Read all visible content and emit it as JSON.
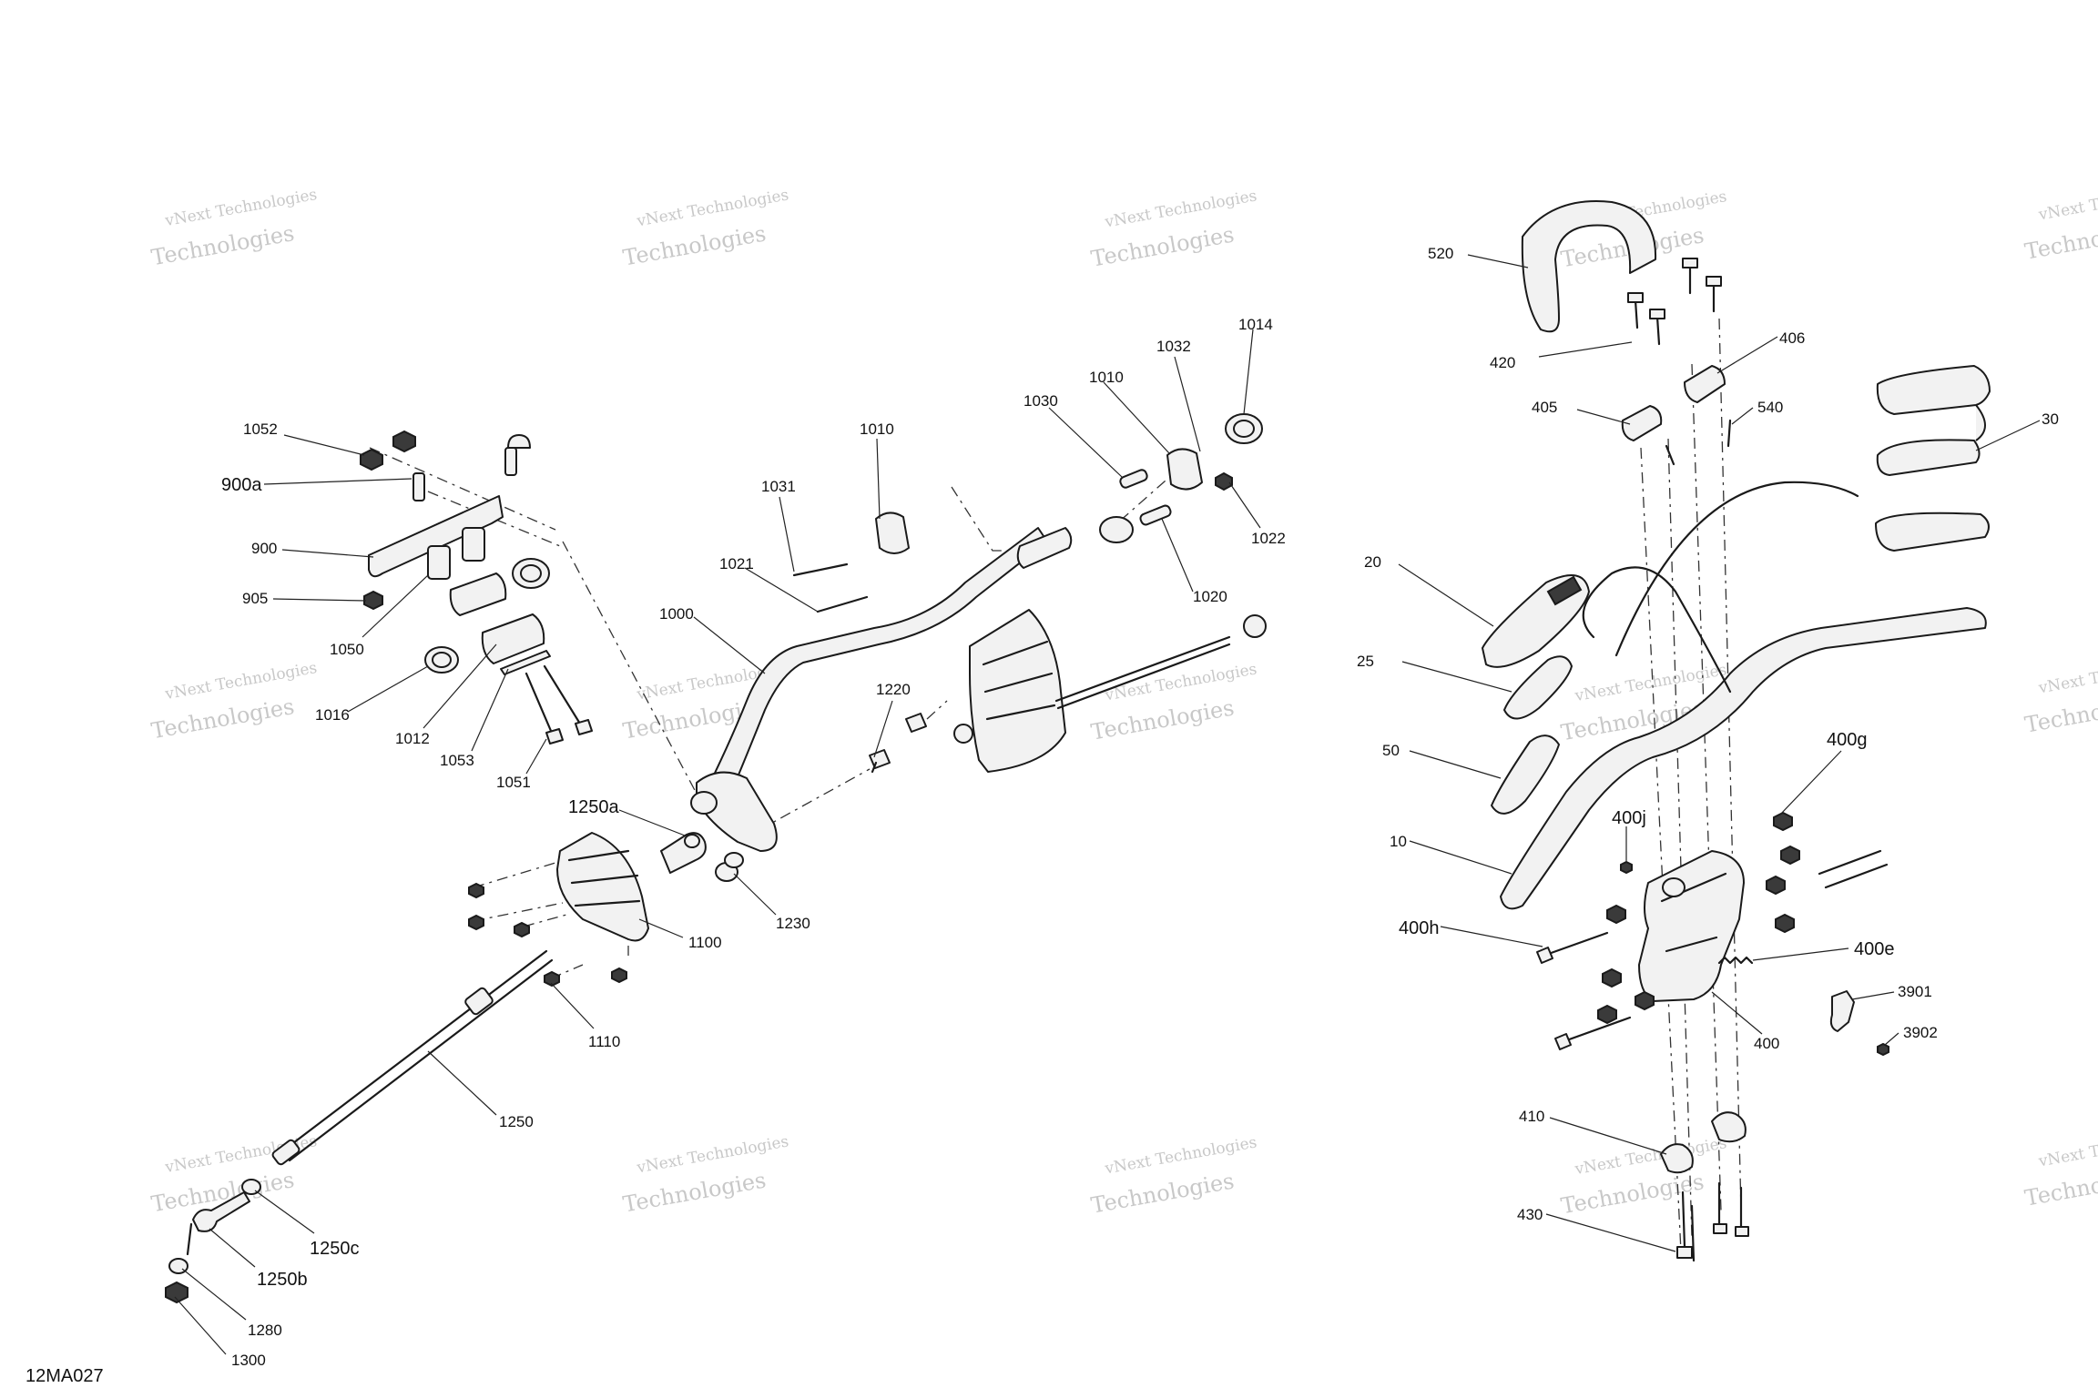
{
  "document": {
    "code": "12MA027"
  },
  "watermark": {
    "line1": "vNext Technologies",
    "line2": "Technologies",
    "small": "vNext"
  },
  "callouts": [
    {
      "id": "1052",
      "label": "1052"
    },
    {
      "id": "900a",
      "label": "900a"
    },
    {
      "id": "900",
      "label": "900"
    },
    {
      "id": "905",
      "label": "905"
    },
    {
      "id": "1050",
      "label": "1050"
    },
    {
      "id": "1016",
      "label": "1016"
    },
    {
      "id": "1012",
      "label": "1012"
    },
    {
      "id": "1053",
      "label": "1053"
    },
    {
      "id": "1051",
      "label": "1051"
    },
    {
      "id": "1031",
      "label": "1031"
    },
    {
      "id": "1010a",
      "label": "1010"
    },
    {
      "id": "1021",
      "label": "1021"
    },
    {
      "id": "1000",
      "label": "1000"
    },
    {
      "id": "1030",
      "label": "1030"
    },
    {
      "id": "1010b",
      "label": "1010"
    },
    {
      "id": "1032",
      "label": "1032"
    },
    {
      "id": "1014",
      "label": "1014"
    },
    {
      "id": "1022",
      "label": "1022"
    },
    {
      "id": "1020",
      "label": "1020"
    },
    {
      "id": "1220",
      "label": "1220"
    },
    {
      "id": "1250a",
      "label": "1250a"
    },
    {
      "id": "1230",
      "label": "1230"
    },
    {
      "id": "1100",
      "label": "1100"
    },
    {
      "id": "1110",
      "label": "1110"
    },
    {
      "id": "1250",
      "label": "1250"
    },
    {
      "id": "1250c",
      "label": "1250c"
    },
    {
      "id": "1250b",
      "label": "1250b"
    },
    {
      "id": "1280",
      "label": "1280"
    },
    {
      "id": "1300",
      "label": "1300"
    },
    {
      "id": "520",
      "label": "520"
    },
    {
      "id": "420",
      "label": "420"
    },
    {
      "id": "406",
      "label": "406"
    },
    {
      "id": "405",
      "label": "405"
    },
    {
      "id": "540",
      "label": "540"
    },
    {
      "id": "30",
      "label": "30"
    },
    {
      "id": "20",
      "label": "20"
    },
    {
      "id": "25",
      "label": "25"
    },
    {
      "id": "50",
      "label": "50"
    },
    {
      "id": "10",
      "label": "10"
    },
    {
      "id": "400g",
      "label": "400g"
    },
    {
      "id": "400j",
      "label": "400j"
    },
    {
      "id": "400h",
      "label": "400h"
    },
    {
      "id": "400e",
      "label": "400e"
    },
    {
      "id": "3901",
      "label": "3901"
    },
    {
      "id": "3902",
      "label": "3902"
    },
    {
      "id": "400",
      "label": "400"
    },
    {
      "id": "410",
      "label": "410"
    },
    {
      "id": "430",
      "label": "430"
    }
  ]
}
